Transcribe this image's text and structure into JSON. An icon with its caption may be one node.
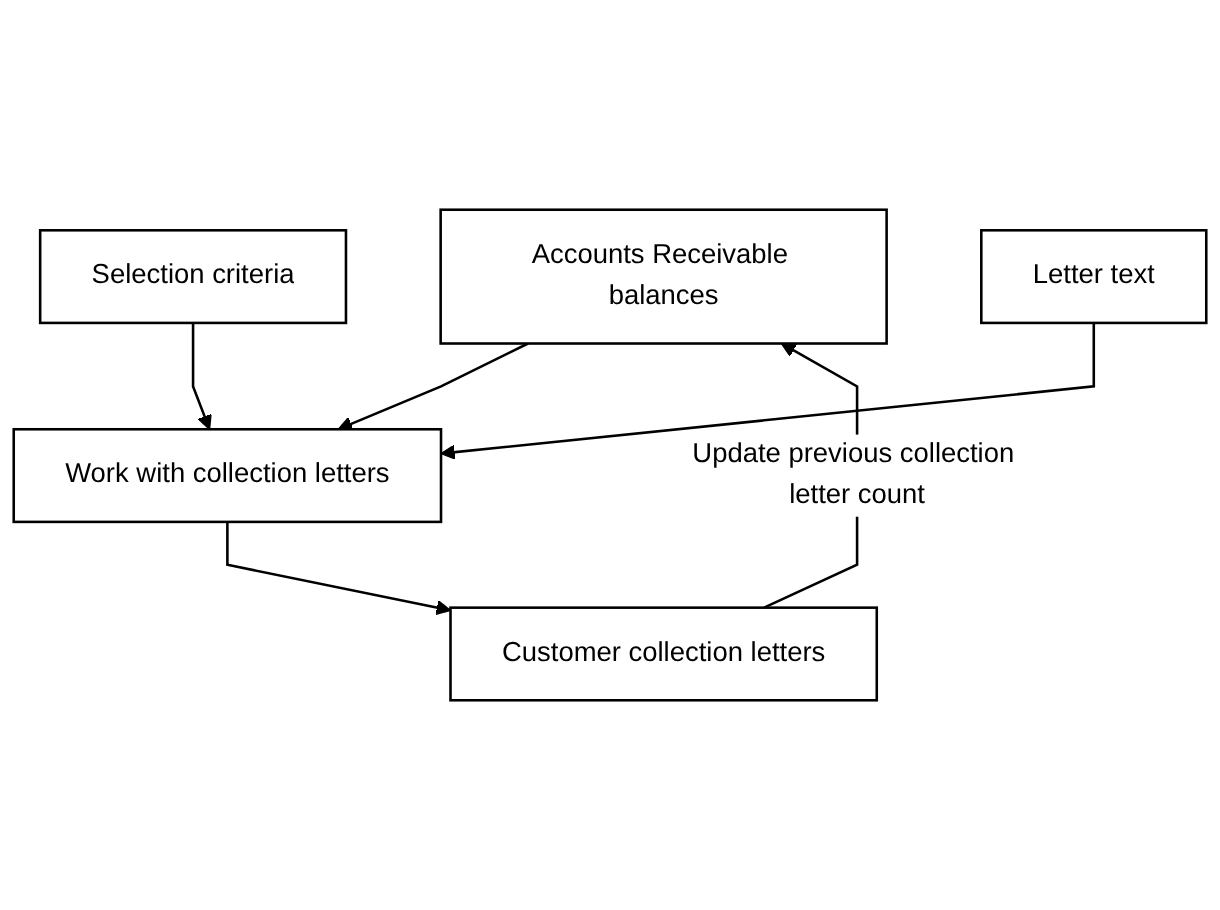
{
  "diagram": {
    "nodes": [
      {
        "text": [
          "Accounts Receivable balances"
        ]
      },
      {
        "text": [
          "Selection criteria"
        ]
      },
      {
        "text": [
          "Letter text"
        ]
      },
      {
        "text": [
          "Work with collection letters"
        ]
      },
      {
        "text": [
          "Customer collection letters"
        ]
      }
    ],
    "edges": [
      {
        "from": 0,
        "to": 3,
        "arrow": "to"
      },
      {
        "from": 1,
        "to": 3,
        "arrow": "to"
      },
      {
        "from": 2,
        "to": 3,
        "arrow": "to"
      },
      {
        "from": 3,
        "to": 4,
        "arrow": "to"
      },
      {
        "from": 4,
        "to": 0,
        "arrow": "to",
        "label": "Update previous collection letter count"
      }
    ]
  }
}
